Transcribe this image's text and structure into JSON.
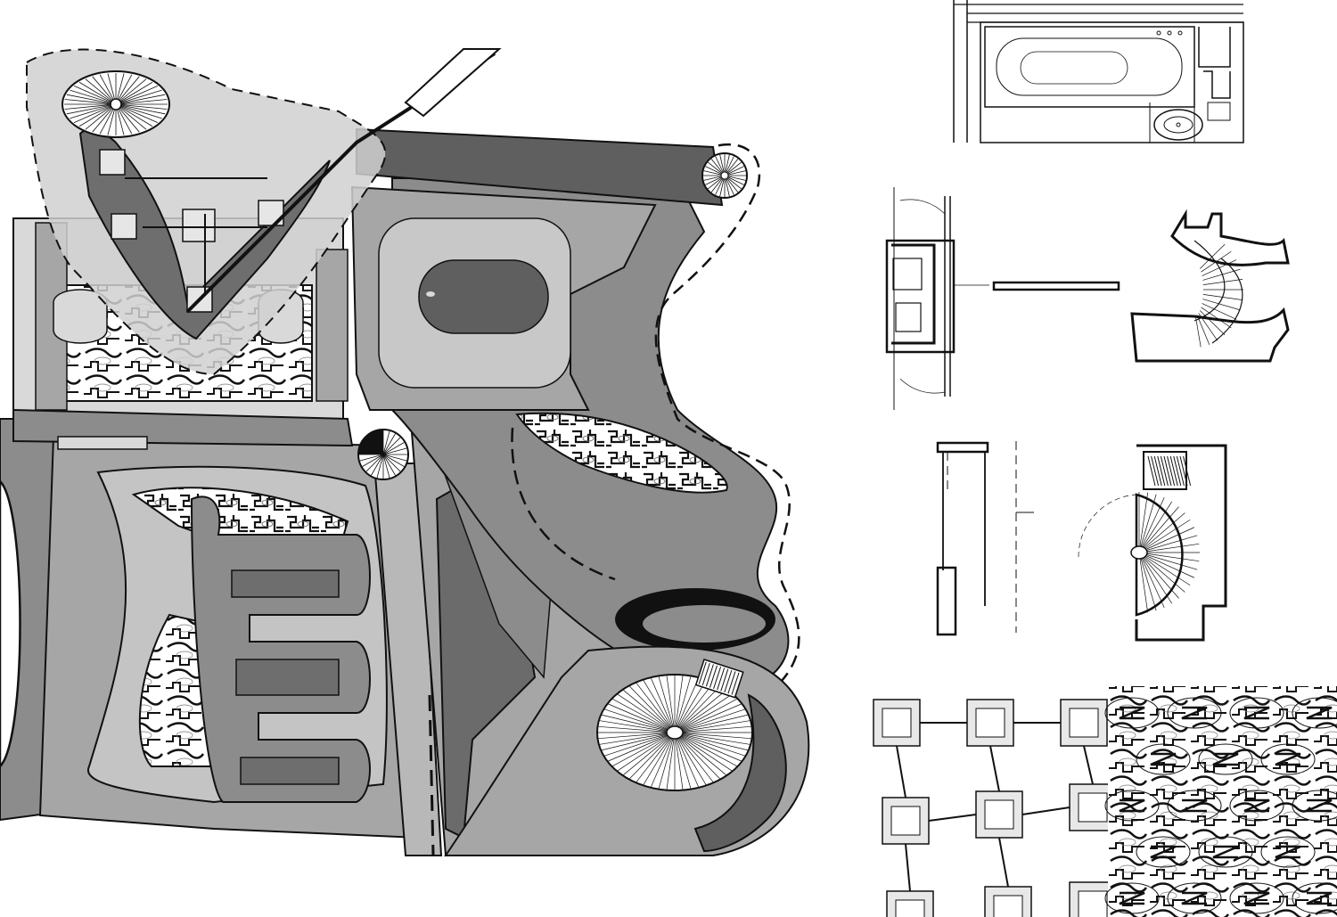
{
  "palette": {
    "background": "#ffffff",
    "light_gray": "#d9d9d9",
    "mid_gray": "#a6a6a6",
    "gray": "#8c8c8c",
    "dark_gray": "#5f5f5f",
    "darker_gray": "#4a4a4a",
    "ink": "#111111"
  },
  "drawing": {
    "panels": [
      {
        "id": "main-collage-plan",
        "kind": "architectural composite plan"
      },
      {
        "id": "bathroom-plan-detail",
        "kind": "plan detail"
      },
      {
        "id": "cabinet-elevation-detail",
        "kind": "plan detail"
      },
      {
        "id": "curved-stair-detail",
        "kind": "plan detail"
      },
      {
        "id": "wall-section-detail",
        "kind": "plan detail"
      },
      {
        "id": "spiral-stair-detail",
        "kind": "plan detail"
      },
      {
        "id": "tile-pattern-grid",
        "kind": "pattern"
      },
      {
        "id": "stair-pattern-grid",
        "kind": "pattern"
      }
    ],
    "icons": [
      "spiral-stair-symbol",
      "bathtub-symbol",
      "washbasin-symbol"
    ]
  }
}
